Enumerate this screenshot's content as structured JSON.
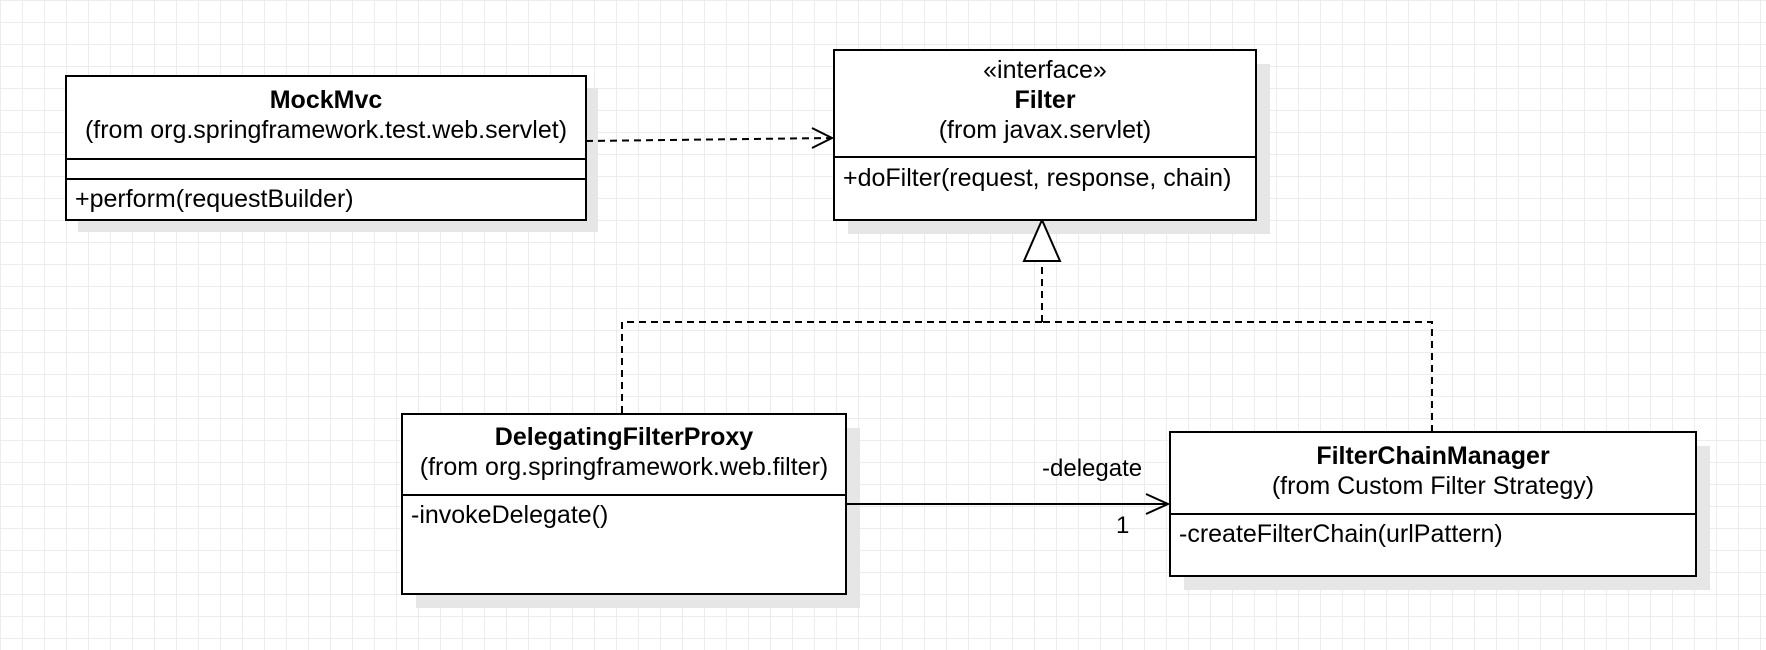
{
  "classes": {
    "mockmvc": {
      "name": "MockMvc",
      "from": "(from org.springframework.test.web.servlet)",
      "attributes": [],
      "operations": [
        "+perform(requestBuilder)"
      ]
    },
    "filter": {
      "stereotype": "«interface»",
      "name": "Filter",
      "from": "(from javax.servlet)",
      "operations": [
        "+doFilter(request, response, chain)"
      ]
    },
    "delegating_filter_proxy": {
      "name": "DelegatingFilterProxy",
      "from": "(from org.springframework.web.filter)",
      "operations": [
        "-invokeDelegate()"
      ]
    },
    "filter_chain_manager": {
      "name": "FilterChainManager",
      "from": "(from Custom Filter Strategy)",
      "operations": [
        "-createFilterChain(urlPattern)"
      ]
    }
  },
  "relationships": [
    {
      "type": "dependency",
      "from": "MockMvc",
      "to": "Filter"
    },
    {
      "type": "realization",
      "from": "DelegatingFilterProxy",
      "to": "Filter"
    },
    {
      "type": "realization",
      "from": "FilterChainManager",
      "to": "Filter"
    },
    {
      "type": "association",
      "from": "DelegatingFilterProxy",
      "to": "FilterChainManager",
      "role": "-delegate",
      "multiplicity": "1"
    }
  ]
}
